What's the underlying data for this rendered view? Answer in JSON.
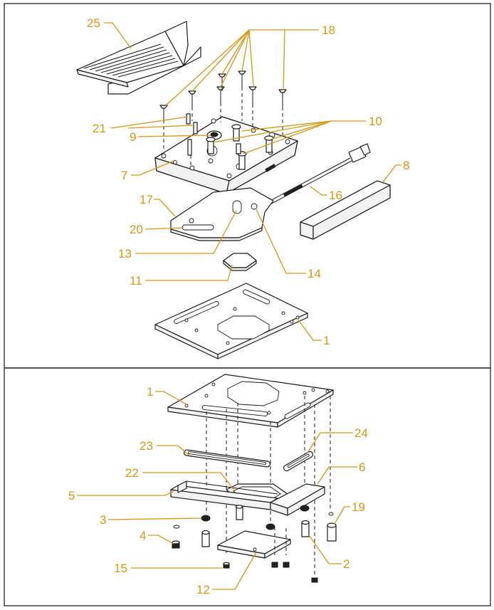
{
  "diagram": {
    "callouts_top": {
      "c25": "25",
      "c18": "18",
      "c10": "10",
      "c21": "21",
      "c9": "9",
      "c7": "7",
      "c8": "8",
      "c16": "16",
      "c17": "17",
      "c20": "20",
      "c13": "13",
      "c14": "14",
      "c11": "11",
      "c1": "1"
    },
    "callouts_bottom": {
      "c1": "1",
      "c24": "24",
      "c23": "23",
      "c6": "6",
      "c22": "22",
      "c5": "5",
      "c19": "19",
      "c3": "3",
      "c4": "4",
      "c2": "2",
      "c15": "15",
      "c12": "12"
    },
    "colors": {
      "callout": "#d9960f",
      "line": "#1a1a1a",
      "frame": "#333333"
    }
  }
}
